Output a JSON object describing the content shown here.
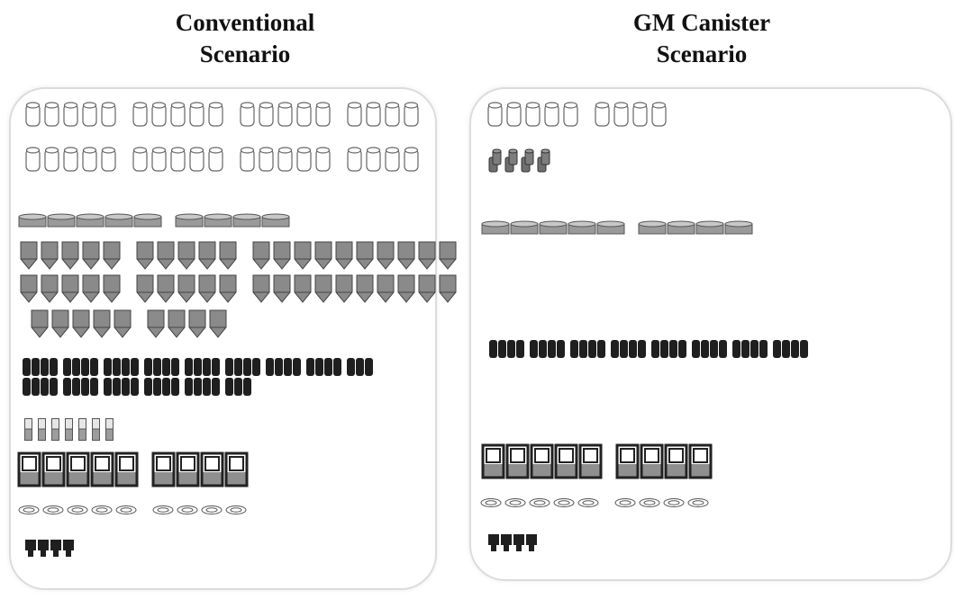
{
  "panels": [
    {
      "title_line1": "Conventional",
      "title_line2": "Scenario",
      "rows": [
        {
          "icon": "tank-icon",
          "groups": [
            5,
            5,
            5,
            4
          ]
        },
        {
          "icon": "tank-icon",
          "groups": [
            5,
            5,
            5,
            4
          ]
        },
        {
          "icon": "tray-icon",
          "groups": [
            5,
            4
          ]
        },
        {
          "icon": "hopper-icon",
          "groups": [
            5,
            5,
            10
          ]
        },
        {
          "icon": "hopper-icon",
          "groups": [
            5,
            5,
            10
          ]
        },
        {
          "icon": "hopper-icon",
          "groups": [
            5,
            4
          ]
        },
        {
          "icon": "column-block-icon",
          "groups": [
            4,
            4,
            4,
            4,
            4,
            4,
            4,
            4,
            3
          ]
        },
        {
          "icon": "column-block-icon",
          "groups": [
            4,
            4,
            4,
            4,
            4,
            3
          ]
        },
        {
          "icon": "vial-icon",
          "groups": [
            7
          ]
        },
        {
          "icon": "cabinet-icon",
          "groups": [
            5,
            4
          ]
        },
        {
          "icon": "disc-icon",
          "groups": [
            5,
            4
          ]
        },
        {
          "icon": "pump-icon",
          "groups": [
            4
          ]
        }
      ]
    },
    {
      "title_line1": "GM Canister",
      "title_line2": "Scenario",
      "rows": [
        {
          "icon": "tank-icon",
          "groups": [
            5,
            4
          ]
        },
        {
          "icon": "canister-icon",
          "groups": [
            4
          ]
        },
        {
          "icon": "tray-icon",
          "groups": [
            5,
            4
          ]
        },
        {
          "icon": "column-block-icon",
          "groups": [
            4,
            4,
            4,
            4,
            4,
            4,
            4,
            4
          ]
        },
        {
          "icon": "cabinet-icon",
          "groups": [
            5,
            4
          ]
        },
        {
          "icon": "disc-icon",
          "groups": [
            5,
            4
          ]
        },
        {
          "icon": "pump-icon",
          "groups": [
            4
          ]
        }
      ]
    }
  ],
  "colors": {
    "fill_gray": "#9a9a9a",
    "fill_light": "#c8c8c8",
    "dark": "#2a2a2a",
    "border": "#dcdcdc"
  }
}
